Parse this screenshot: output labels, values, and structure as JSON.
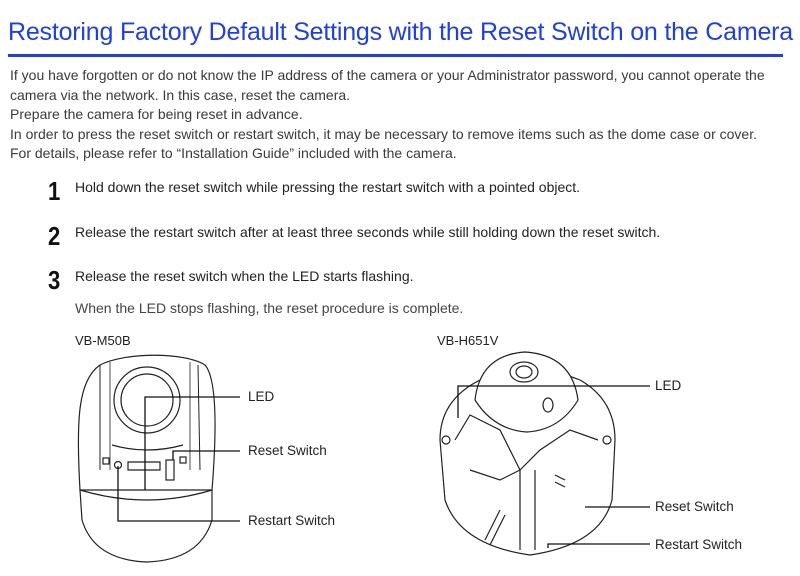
{
  "page": {
    "title": "Restoring Factory Default Settings with the Reset Switch on the Camera",
    "accent_color": "#1f3fe0",
    "intro": [
      "If you have forgotten or do not know the IP address of the camera or your Administrator password, you cannot operate the camera via the network. In this case, reset the camera.",
      "Prepare the camera for being reset in advance.",
      "In order to press the reset switch or restart switch, it may be necessary to remove items such as the dome case or cover.",
      "For details, please refer to “Installation Guide” included with the camera."
    ],
    "steps": [
      {
        "number": "1",
        "text": "Hold down the reset switch while pressing the restart switch with a pointed object."
      },
      {
        "number": "2",
        "text": "Release the restart switch after at least three seconds while still holding down the reset switch."
      },
      {
        "number": "3",
        "text": "Release the reset switch when the LED starts flashing."
      }
    ],
    "step_note": "When the LED stops flashing, the reset procedure is complete.",
    "figures": [
      {
        "model": "VB-M50B",
        "illustration": "ptz-camera-icon",
        "callouts": [
          "LED",
          "Reset Switch",
          "Restart Switch"
        ]
      },
      {
        "model": "VB-H651V",
        "illustration": "dome-camera-icon",
        "callouts": [
          "LED",
          "Reset Switch",
          "Restart Switch"
        ]
      }
    ]
  }
}
